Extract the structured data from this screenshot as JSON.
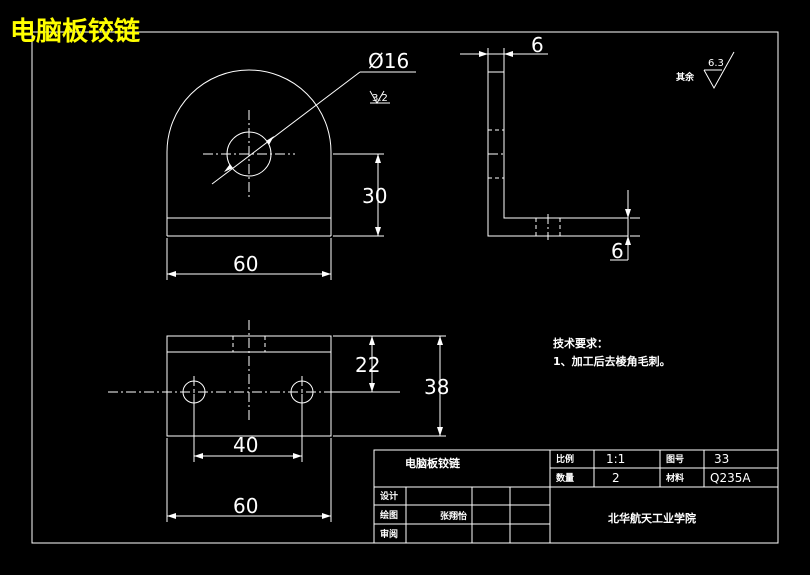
{
  "drawing_title": "电脑板铰链",
  "dims": {
    "hole_diameter": "Ø16",
    "hole_roughness": "3.2",
    "height_30": "30",
    "width_60_top": "60",
    "thickness_top": "6",
    "thickness_side": "6",
    "height_22": "22",
    "height_38": "38",
    "spacing_40": "40",
    "width_60_bottom": "60"
  },
  "roughness_note": {
    "label": "其余",
    "value": "6.3"
  },
  "requirements": {
    "heading": "技术要求：",
    "item1": "1、加工后去棱角毛刺。"
  },
  "title_block": {
    "part_name": "电脑板铰链",
    "scale_label": "比例",
    "scale_value": "1:1",
    "drawing_no_label": "图号",
    "drawing_no_value": "33",
    "qty_label": "数量",
    "qty_value": "2",
    "material_label": "材料",
    "material_value": "Q235A",
    "design_label": "设计",
    "drafter_label": "绘图",
    "drafter_name": "张翔怡",
    "review_label": "审阅",
    "school": "北华航天工业学院"
  }
}
